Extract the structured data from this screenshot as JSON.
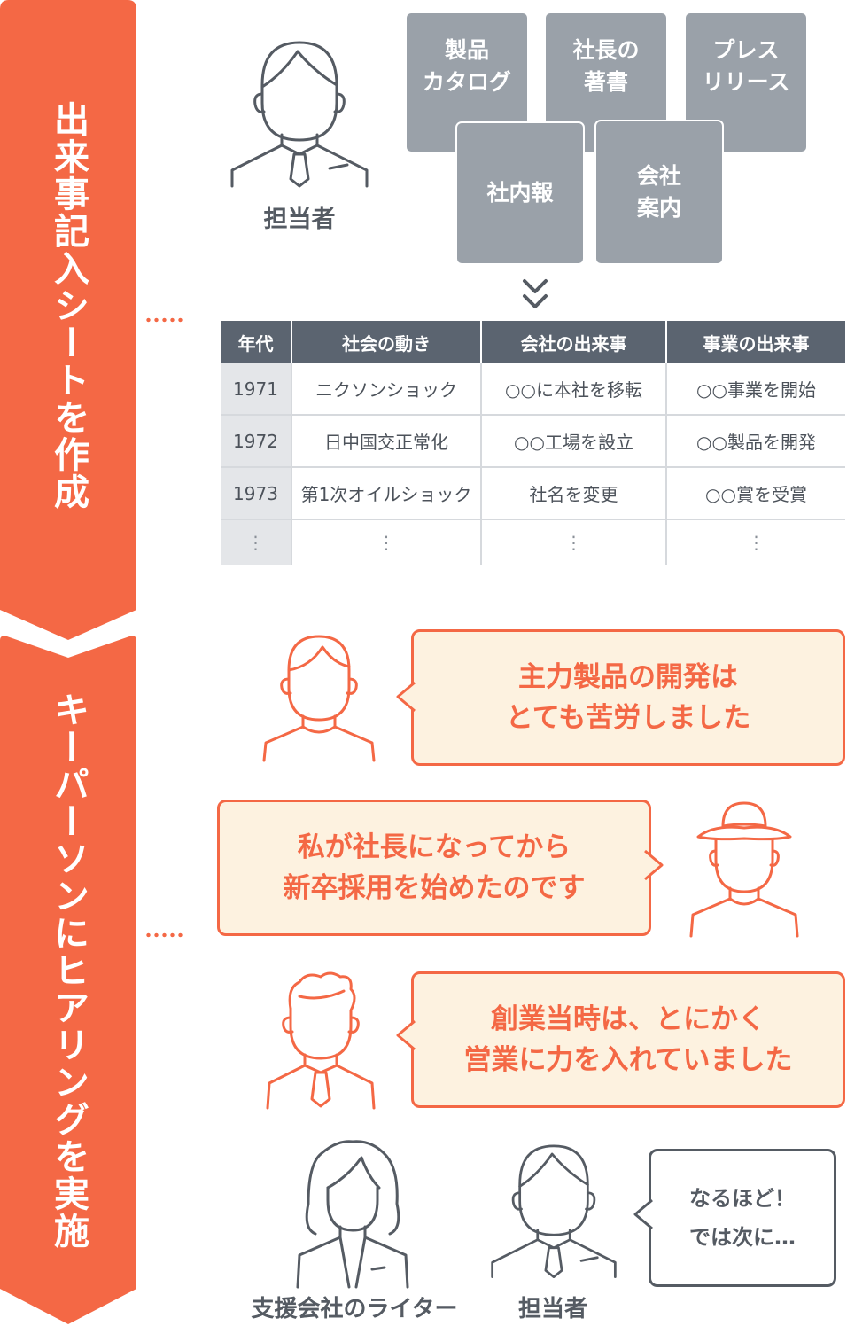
{
  "steps": [
    {
      "label": "出来事記入シートを作成"
    },
    {
      "label": "キーパーソンにヒアリングを実施"
    }
  ],
  "materials": [
    {
      "label": "製品\nカタログ"
    },
    {
      "label": "社長の\n著書"
    },
    {
      "label": "プレス\nリリース"
    },
    {
      "label": "社内報"
    },
    {
      "label": "会社\n案内"
    }
  ],
  "person_top": {
    "label": "担当者"
  },
  "table": {
    "headers": [
      "年代",
      "社会の動き",
      "会社の出来事",
      "事業の出来事"
    ],
    "rows": [
      [
        "1971",
        "ニクソンショック",
        "○○に本社を移転",
        "○○事業を開始"
      ],
      [
        "1972",
        "日中国交正常化",
        "○○工場を設立",
        "○○製品を開発"
      ],
      [
        "1973",
        "第1次オイルショック",
        "社名を変更",
        "○○賞を受賞"
      ],
      [
        "⋮",
        "⋮",
        "⋮",
        "⋮"
      ]
    ]
  },
  "quotes": [
    {
      "text": "主力製品の開発は\nとても苦労しました"
    },
    {
      "text": "私が社長になってから\n新卒採用を始めたのです"
    },
    {
      "text": "創業当時は、とにかく\n営業に力を入れていました"
    }
  ],
  "reply": {
    "text": "なるほど！\nでは次に…"
  },
  "bottom_people": {
    "writer": "支援会社のライター",
    "staff": "担当者"
  },
  "colors": {
    "accent": "#f46845",
    "bubble_bg": "#fdf2e0",
    "doc_gray": "#9aa1a9",
    "header_gray": "#5b6470",
    "ink": "#555b63"
  }
}
